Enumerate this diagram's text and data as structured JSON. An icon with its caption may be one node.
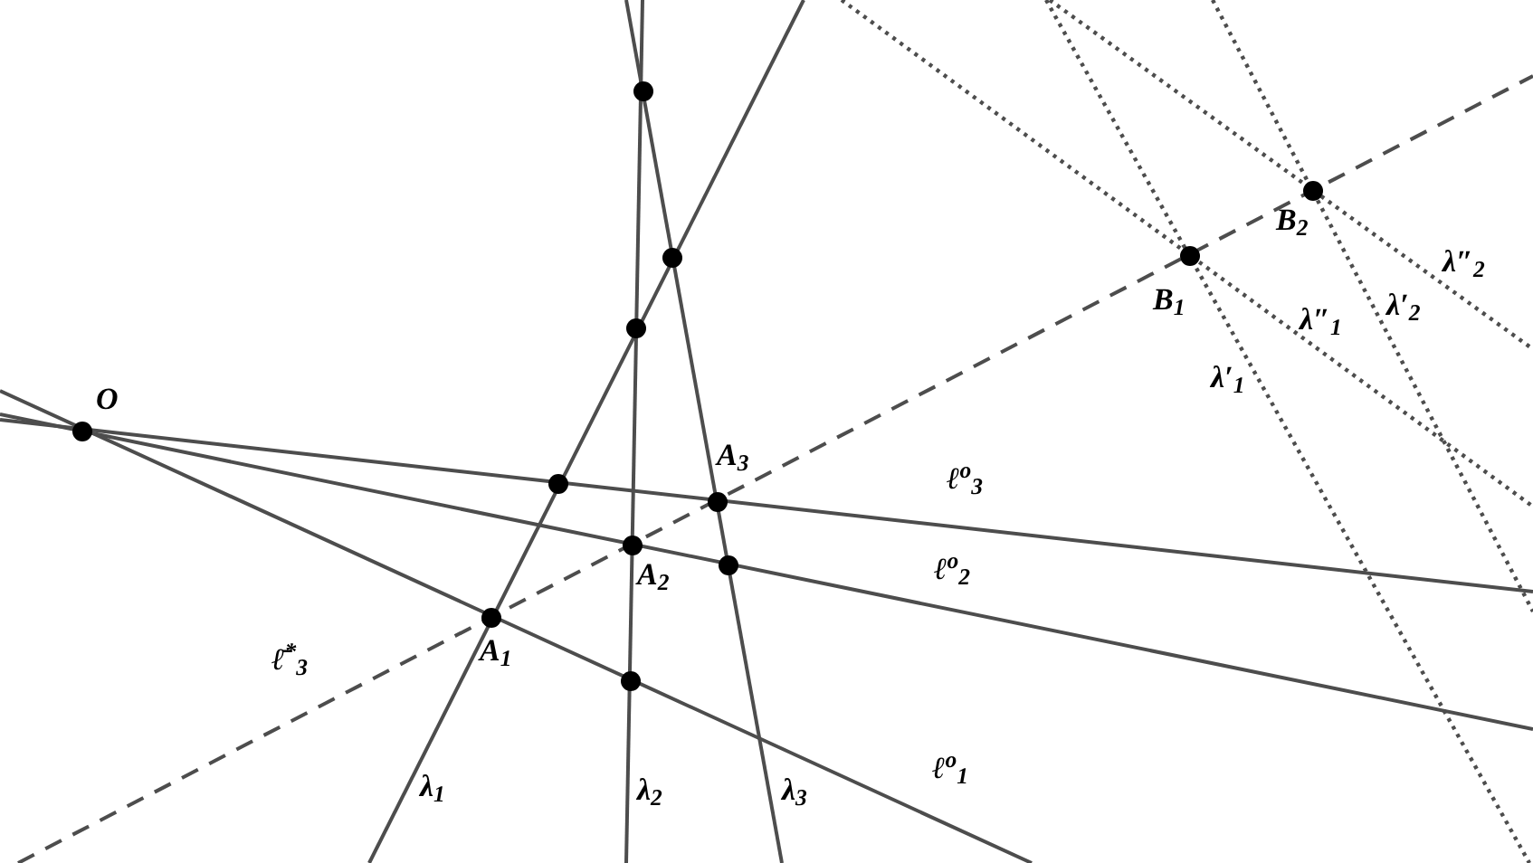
{
  "diagram": {
    "nodes": [
      {
        "text": [],
        "shape": "circle"
      },
      {
        "text": [],
        "shape": "circle",
        "beside": [
          "B$_{2}$"
        ]
      },
      {
        "text": [],
        "shape": "circle",
        "beside": [
          "B$_{1}$"
        ]
      },
      {
        "text": [],
        "shape": "circle"
      },
      {
        "text": [],
        "shape": "circle"
      },
      {
        "text": [],
        "shape": "circle",
        "beside": [
          "O"
        ]
      },
      {
        "text": [],
        "shape": "circle"
      },
      {
        "text": [],
        "shape": "circle",
        "beside": [
          "A$_{3}$"
        ]
      },
      {
        "text": [],
        "shape": "circle",
        "beside": [
          "A$_{2}$"
        ]
      },
      {
        "text": [],
        "shape": "circle"
      },
      {
        "text": [],
        "shape": "circle",
        "beside": [
          "A$_{1}$"
        ]
      },
      {
        "text": [],
        "shape": "circle"
      }
    ],
    "labels": [
      "λ″$_{2}$",
      "λ′$_{2}$",
      "λ″$_{1}$",
      "λ′$_{1}$",
      "ℓ$^{o}$$_{3}$",
      "ℓ$^{o}$$_{2}$",
      "ℓ̄$^{*}$$_{3}$",
      "ℓ$^{o}$$_{1}$",
      "λ$_{1}$",
      "λ$_{2}$",
      "λ$_{3}$"
    ]
  }
}
